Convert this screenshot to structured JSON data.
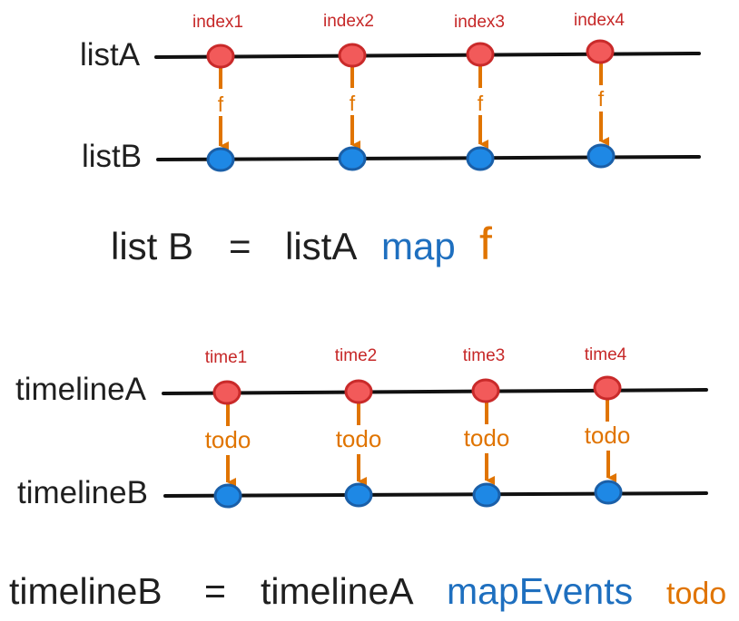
{
  "diagram1": {
    "rowA": "listA",
    "rowB": "listB",
    "function": "f",
    "indices": [
      "index1",
      "index2",
      "index3",
      "index4"
    ],
    "equation": {
      "left": "list B",
      "eq": "=",
      "source": "listA",
      "op": "map",
      "fn": "f"
    }
  },
  "diagram2": {
    "rowA": "timelineA",
    "rowB": "timelineB",
    "function": "todo",
    "indices": [
      "time1",
      "time2",
      "time3",
      "time4"
    ],
    "equation": {
      "left": "timelineB",
      "eq": "=",
      "source": "timelineA",
      "op": "mapEvents",
      "fn": "todo"
    }
  },
  "colors": {
    "lineColor": "#111111",
    "inputFill": "#f25a5a",
    "inputStroke": "#c92a2a",
    "outputFill": "#1e88e5",
    "outputStroke": "#1a5fa8",
    "arrowColor": "#e07400",
    "labelRed": "#c62828",
    "opBlue": "#1e6fbf"
  }
}
